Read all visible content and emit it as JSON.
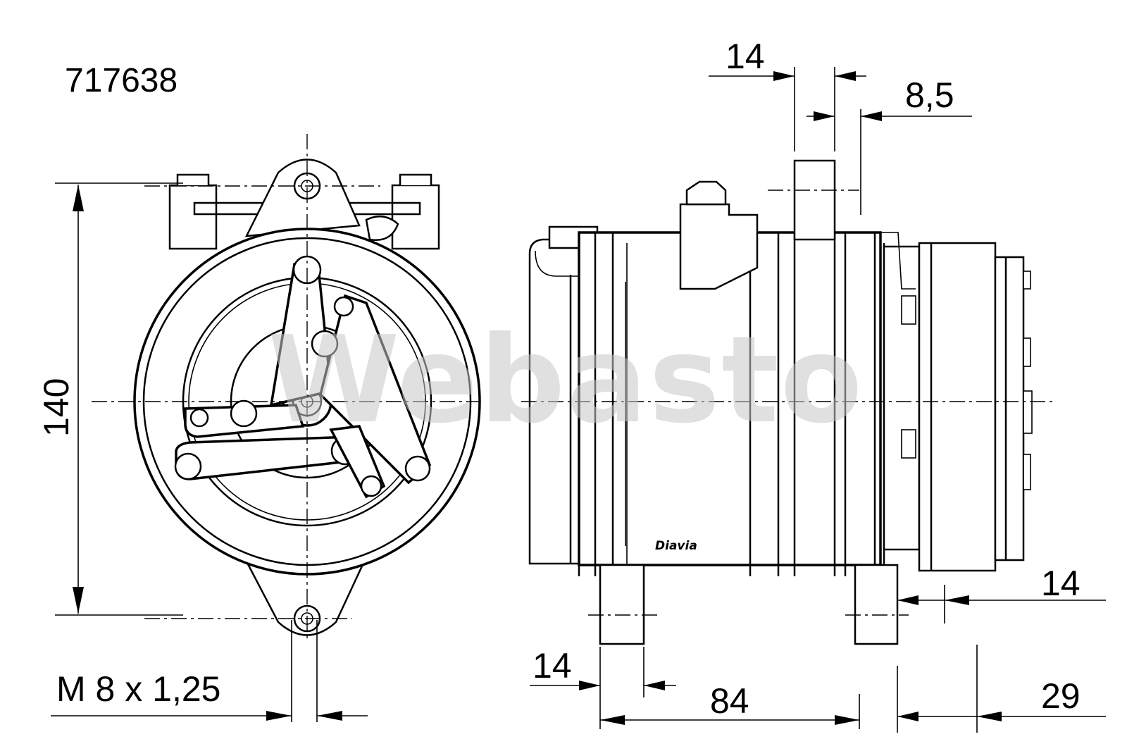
{
  "part_number": "717638",
  "dimensions": {
    "height": "140",
    "thread": "M 8 x 1,25",
    "top_width": "14",
    "top_offset": "8,5",
    "clutch_offset": "14",
    "foot_width": "14",
    "mount_spacing": "84",
    "clutch_depth": "29"
  },
  "body_label": "Diavia",
  "watermark": "Webasto",
  "colors": {
    "line": "#000000",
    "watermark": "#c8c8c8"
  }
}
